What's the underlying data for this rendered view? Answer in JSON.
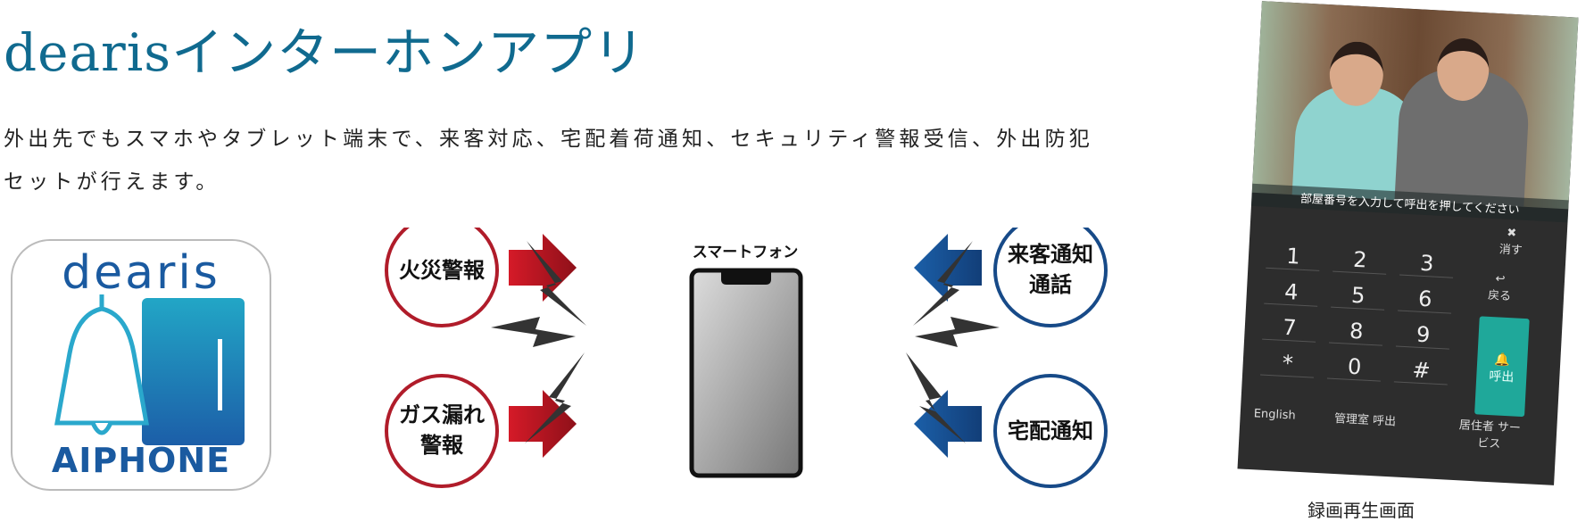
{
  "header": {
    "title": "dearisインターホンアプリ",
    "description_line1": "外出先でもスマホやタブレット端末で、来客対応、宅配着荷通知、セキュリティ警報受信、外出防犯",
    "description_line2": "セットが行えます。"
  },
  "app_icon": {
    "name": "dearis",
    "brand": "AIPHONE",
    "color": "#1a5aa0"
  },
  "diagram": {
    "center_label": "スマートフォン",
    "left_items": [
      {
        "label1": "火災警報",
        "label2": ""
      },
      {
        "label1": "ガス漏れ",
        "label2": "警報"
      }
    ],
    "right_items": [
      {
        "label1": "来客通知",
        "label2": "通話"
      },
      {
        "label1": "宅配通知",
        "label2": ""
      }
    ],
    "left_color": "#c0182a",
    "right_color": "#0f3f7e"
  },
  "screen": {
    "prompt": "部屋番号を入力して呼出を押してください",
    "delete": "消す",
    "keys": [
      "1",
      "2",
      "3",
      "4",
      "5",
      "6",
      "7",
      "8",
      "9",
      "*",
      "0",
      "#"
    ],
    "back": "戻る",
    "call": "呼出",
    "english": "English",
    "manager_call": "管理室 呼出",
    "resident_service": "居住者 サービス",
    "accent": "#1fa89a"
  },
  "caption": "録画再生画面"
}
